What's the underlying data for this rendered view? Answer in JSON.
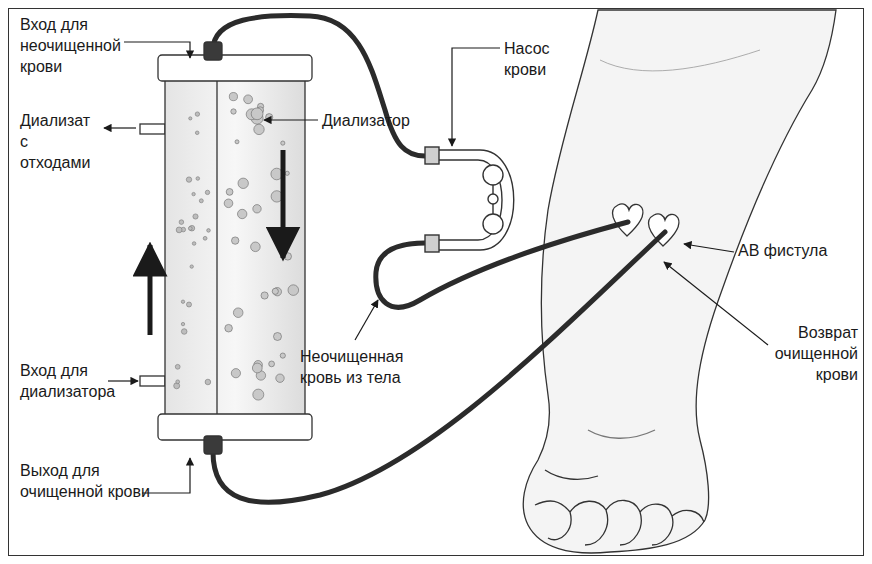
{
  "diagram": {
    "labels": [
      "Вход для неочищенной крови",
      "Диализат с отходами",
      "Вход для диализатора",
      "Выход для очищенной крови",
      "Диализатор",
      "Насос крови",
      "Неочищенная кровь из тела",
      "АВ фистула",
      "Возврат очищенной крови"
    ]
  }
}
